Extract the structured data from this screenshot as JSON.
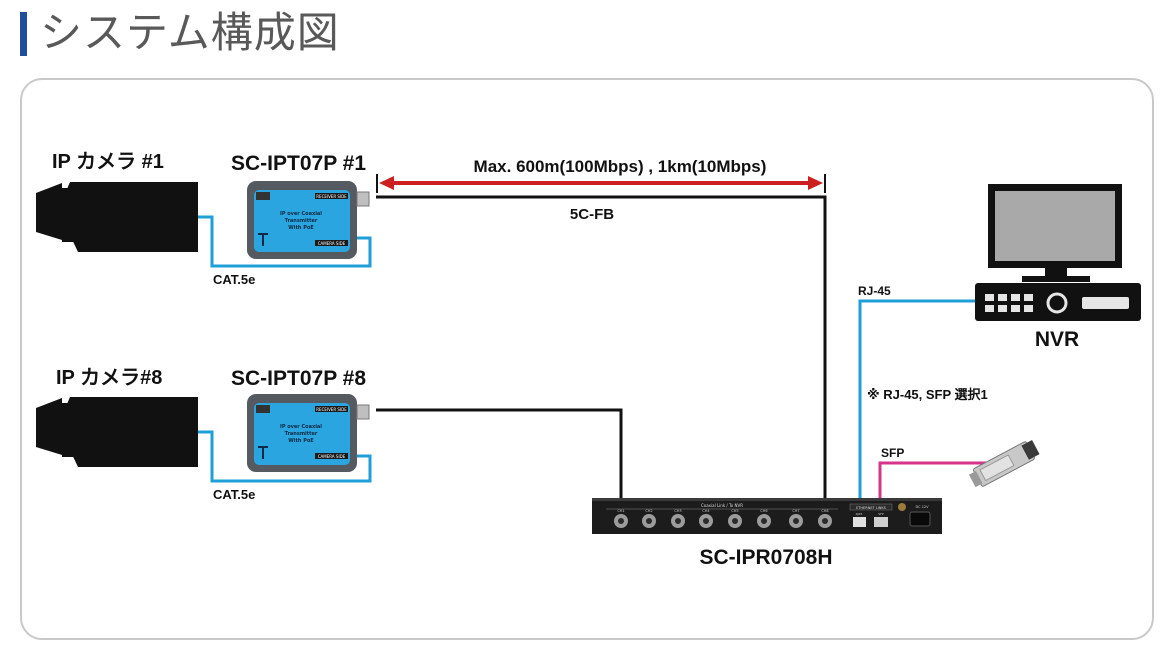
{
  "header": {
    "title": "システム構成図"
  },
  "cameras": [
    {
      "label": "IP カメラ #1"
    },
    {
      "label": "IP カメラ#8"
    }
  ],
  "transmitters": [
    {
      "label": "SC-IPT07P #1",
      "panel_top": "RECEIVER SIDE",
      "panel_text": [
        "IP over Coaxial",
        "Transmitter",
        "With PoE"
      ],
      "panel_bottom": "CAMERA SIDE"
    },
    {
      "label": "SC-IPT07P #8",
      "panel_top": "RECEIVER SIDE",
      "panel_text": [
        "IP over Coaxial",
        "Transmitter",
        "With PoE"
      ],
      "panel_bottom": "CAMERA SIDE"
    }
  ],
  "links": {
    "cat_label_1": "CAT.5e",
    "cat_label_8": "CAT.5e",
    "distance": "Max. 600m(100Mbps) , 1km(10Mbps)",
    "coax": "5C-FB",
    "rj45": "RJ-45",
    "sfp": "SFP",
    "note": "※ RJ-45, SFP 選択1"
  },
  "receiver": {
    "label": "SC-IPR0708H",
    "panel_text": "Coaxial Link / To NVR",
    "ports": [
      "CH1",
      "CH2",
      "CH3",
      "CH4",
      "CH5",
      "CH6",
      "CH7",
      "CH8"
    ],
    "ethernet_label": "ETHERNET LINKS",
    "port_rj45": "RJ45",
    "port_sfp": "SFP",
    "power_label": "DC 12V"
  },
  "nvr": {
    "label": "NVR"
  },
  "colors": {
    "accent": "#1e4e9c",
    "cat5e": "#1f9fd8",
    "coax": "#111111",
    "sfp_cable": "#d6338a",
    "distance_arrow": "#cc1f1f",
    "device_blue": "#2aa5e0"
  }
}
